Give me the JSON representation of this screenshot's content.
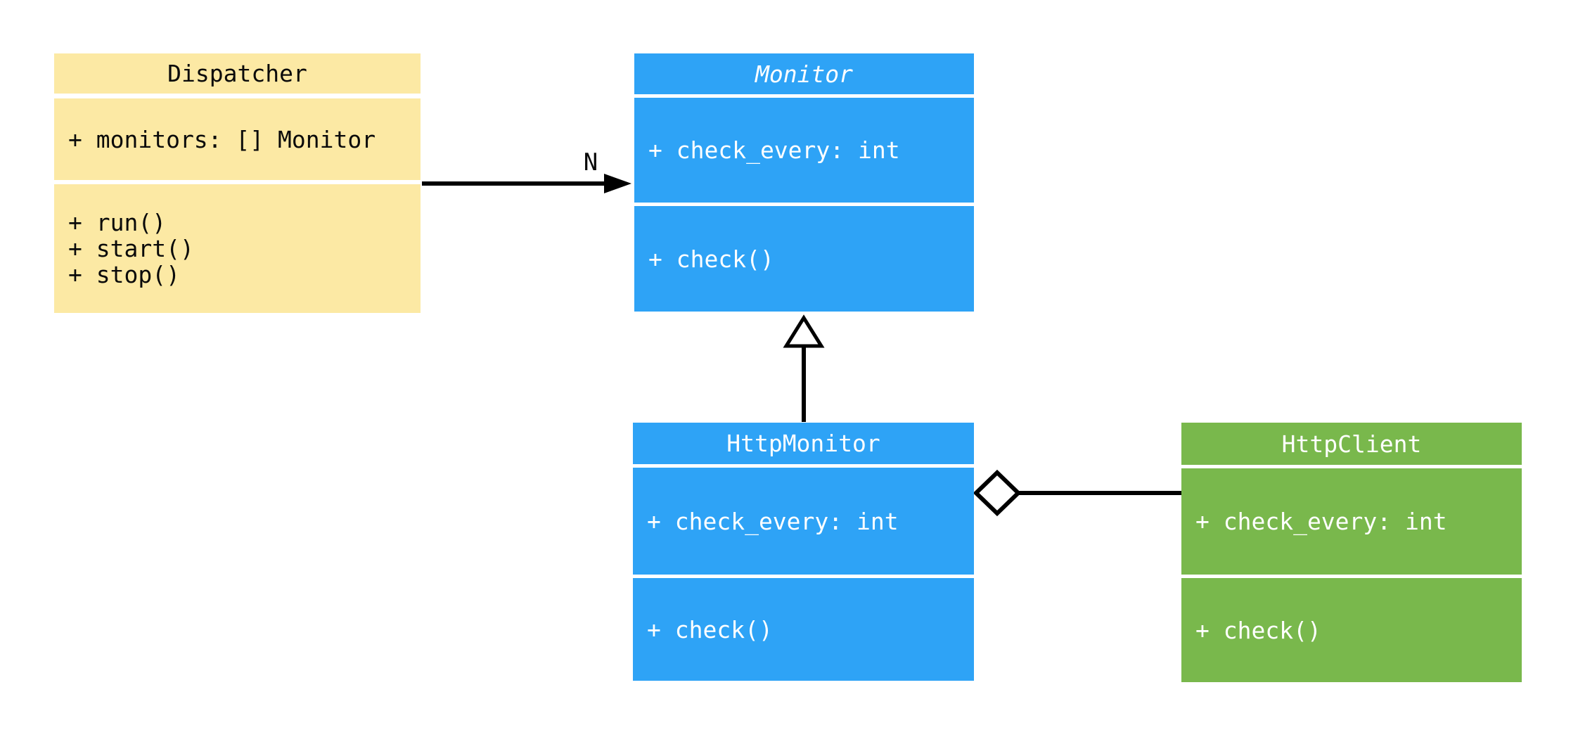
{
  "diagram": {
    "kind": "uml-class-diagram",
    "background": "#ffffff"
  },
  "colors": {
    "yellow_class_fill": "#FCE9A4",
    "blue_class_fill": "#2EA3F6",
    "green_class_fill": "#79B84C",
    "dark_text": "#0a0a0a",
    "light_text": "#ffffff",
    "connector_stroke": "#000000"
  },
  "classes": [
    {
      "name": "Dispatcher",
      "abstract": false,
      "fill": "#FCE9A4",
      "attributes": [
        "+ monitors: [] Monitor"
      ],
      "methods": [
        "+ run()",
        "+ start()",
        "+ stop()"
      ]
    },
    {
      "name": "Monitor",
      "abstract": true,
      "fill": "#2EA3F6",
      "attributes": [
        "+ check_every: int"
      ],
      "methods": [
        "+ check()"
      ]
    },
    {
      "name": "HttpMonitor",
      "abstract": false,
      "fill": "#2EA3F6",
      "attributes": [
        "+ check_every: int"
      ],
      "methods": [
        "+ check()"
      ]
    },
    {
      "name": "HttpClient",
      "abstract": false,
      "fill": "#79B84C",
      "attributes": [
        "+ check_every: int"
      ],
      "methods": [
        "+ check()"
      ]
    }
  ],
  "relationships": [
    {
      "type": "association",
      "from": "Dispatcher",
      "to": "Monitor",
      "label": "N",
      "arrow": "filled-arrowhead"
    },
    {
      "type": "generalization",
      "from": "HttpMonitor",
      "to": "Monitor",
      "arrow": "hollow-triangle"
    },
    {
      "type": "aggregation",
      "from": "HttpMonitor",
      "to": "HttpClient",
      "arrow": "hollow-diamond"
    }
  ]
}
